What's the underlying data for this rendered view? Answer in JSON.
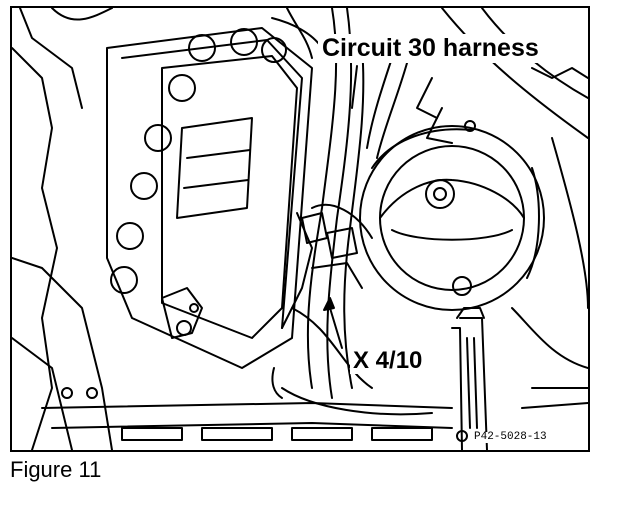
{
  "figure": {
    "caption": "Figure 11",
    "part_number": "P42-5028-13"
  },
  "labels": {
    "circuit_30_harness": "Circuit 30 harness",
    "connector": "X 4/10"
  },
  "colors": {
    "ink": "#000000",
    "paper": "#ffffff"
  }
}
